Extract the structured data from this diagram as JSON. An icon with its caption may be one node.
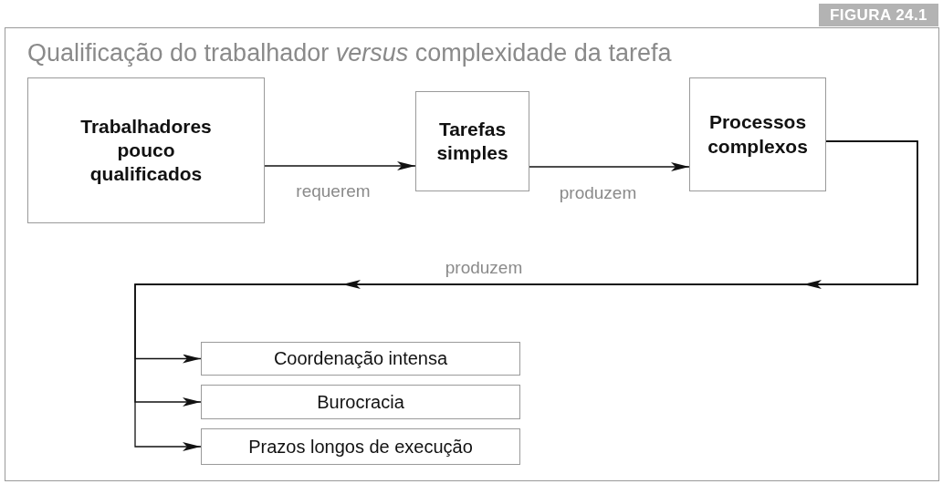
{
  "diagram": {
    "title": "Qualificação do trabalhador *versus* complexidade da tarefa",
    "nodes": [
      {
        "text": [
          "Trabalhadores pouco qualificados"
        ]
      },
      {
        "text": [
          "Tarefas simples"
        ]
      },
      {
        "text": [
          "Processos complexos"
        ]
      },
      {
        "text": [
          "Coordenação intensa"
        ]
      },
      {
        "text": [
          "Burocracia"
        ]
      },
      {
        "text": [
          "Prazos longos de execução"
        ]
      }
    ],
    "edges": [
      {
        "from": 0,
        "to": 1,
        "arrow": "to",
        "label": "requerem"
      },
      {
        "from": 1,
        "to": 2,
        "arrow": "to",
        "label": "produzem"
      },
      {
        "from": 2,
        "to": 3,
        "arrow": "to",
        "label": "produzem"
      },
      {
        "from": 2,
        "to": 4,
        "arrow": "to"
      },
      {
        "from": 2,
        "to": 5,
        "arrow": "to"
      }
    ],
    "labels": [
      "FIGURA 24.1"
    ]
  }
}
